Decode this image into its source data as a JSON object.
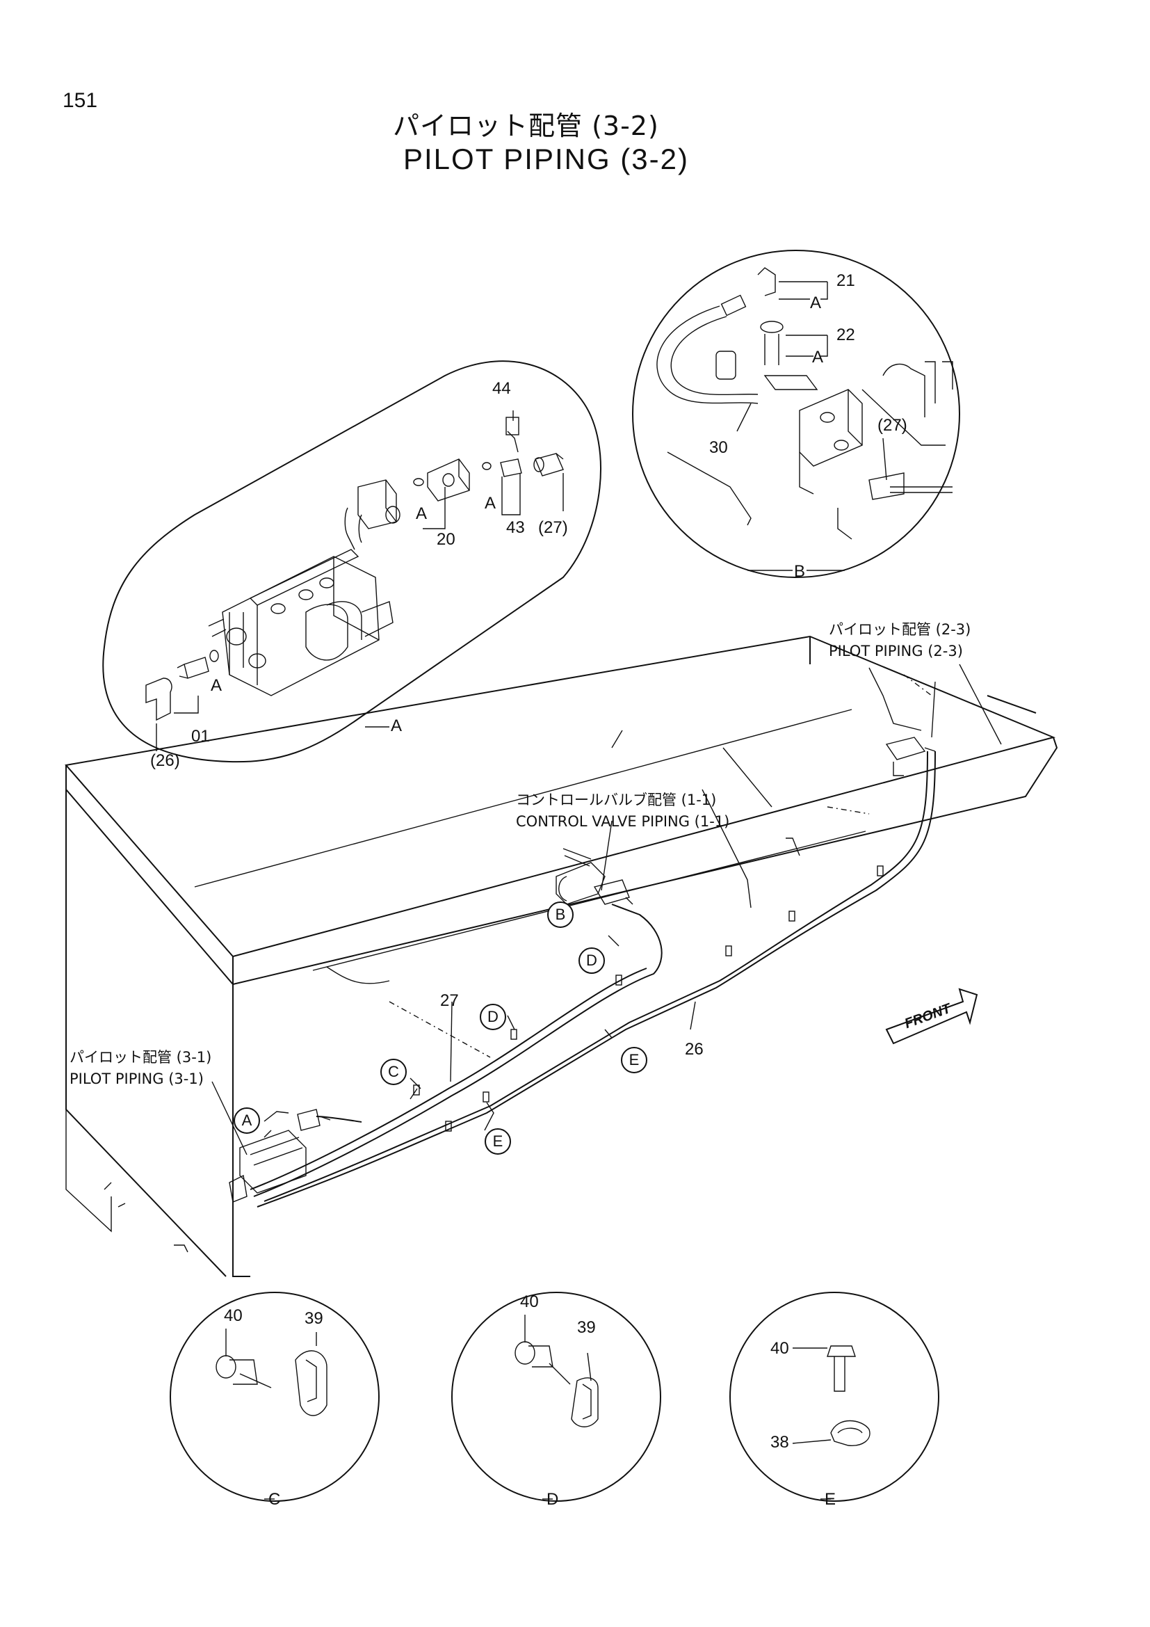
{
  "page_number": "151",
  "title_jp": "パイロット配管 (3-2)",
  "title_en": "PILOT PIPING (3-2)",
  "references": {
    "pilot_2_3_jp": "パイロット配管 (2-3)",
    "pilot_2_3_en": "PILOT PIPING (2-3)",
    "control_valve_jp": "コントロールバルブ配管 (1-1)",
    "control_valve_en": "CONTROL VALVE PIPING (1-1)",
    "pilot_3_1_jp": "パイロット配管 (3-1)",
    "pilot_3_1_en": "PILOT PIPING (3-1)"
  },
  "detail_a": {
    "label": "A",
    "parts": [
      "44",
      "20",
      "43",
      "(27)",
      "01",
      "(26)"
    ],
    "seal_marks": [
      "A",
      "A",
      "A"
    ]
  },
  "detail_b": {
    "label": "B",
    "parts": [
      "21",
      "22",
      "30",
      "(27)"
    ],
    "seal_marks": [
      "A",
      "A"
    ]
  },
  "main_view": {
    "parts": [
      "27",
      "26"
    ],
    "callouts": [
      "A",
      "B",
      "C",
      "D",
      "D",
      "E",
      "E"
    ],
    "front_marker": "FRONT"
  },
  "detail_c": {
    "label": "C",
    "parts": [
      "40",
      "39"
    ]
  },
  "detail_d": {
    "label": "D",
    "parts": [
      "40",
      "39"
    ]
  },
  "detail_e": {
    "label": "E",
    "parts": [
      "40",
      "38"
    ]
  }
}
